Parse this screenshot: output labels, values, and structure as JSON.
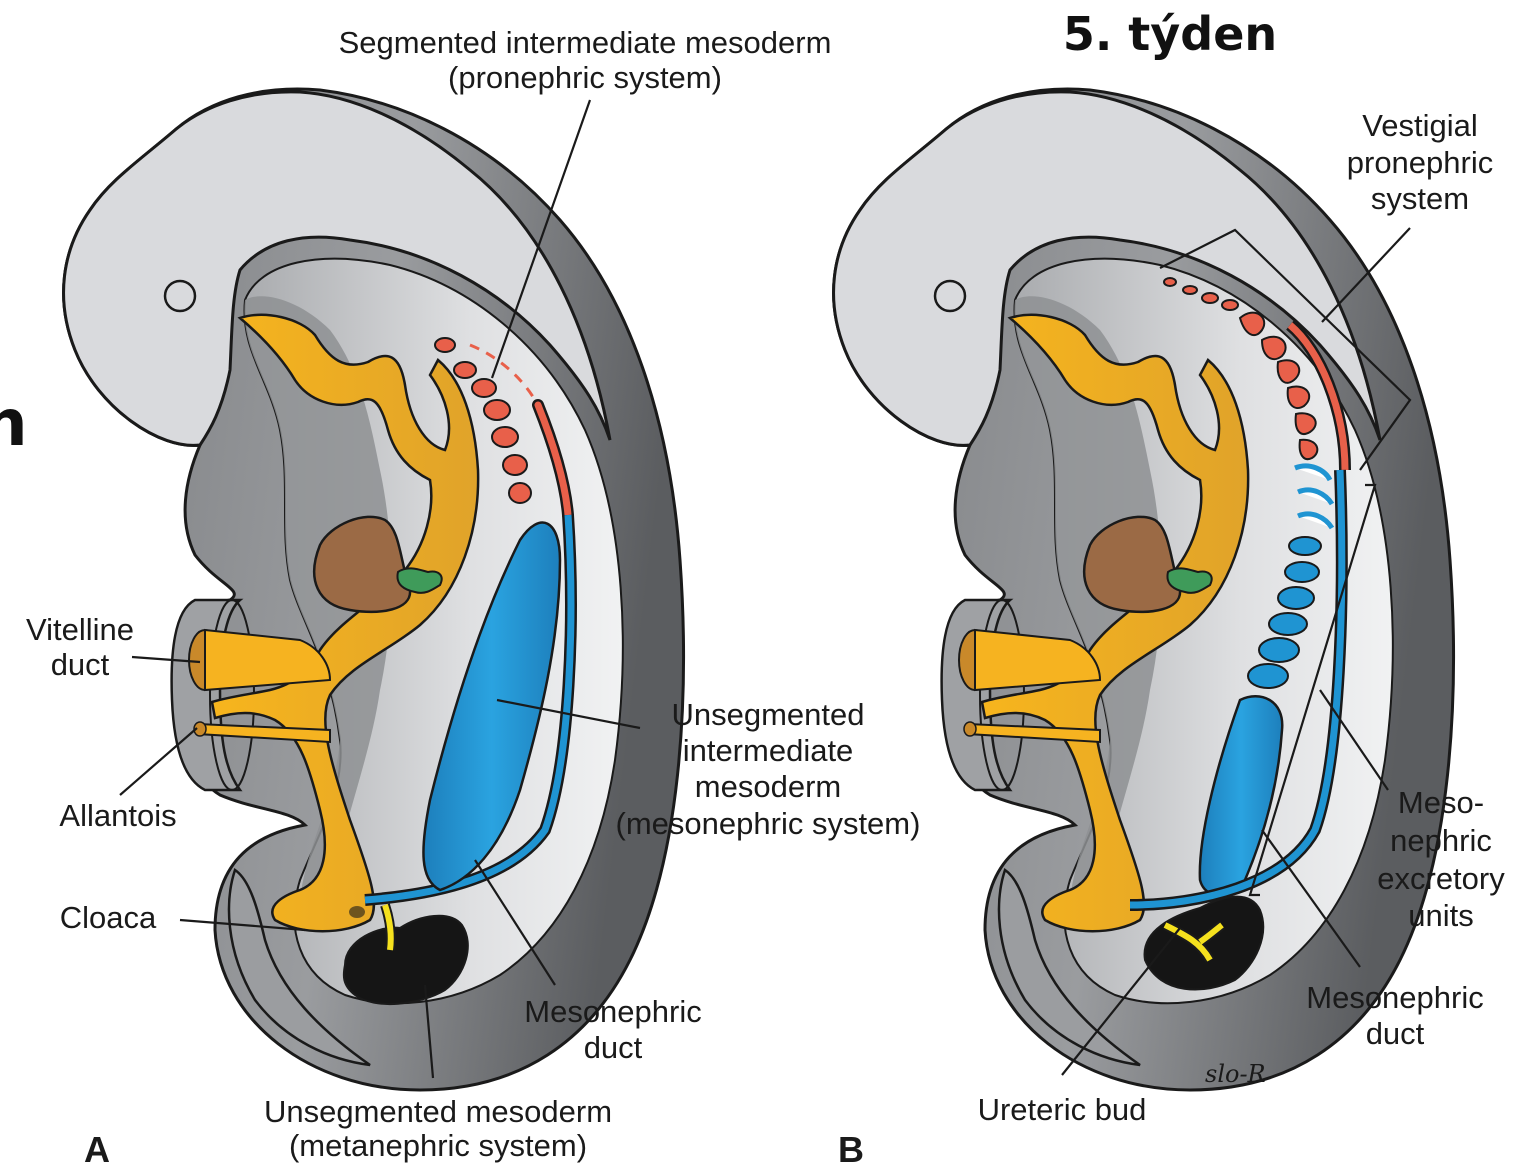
{
  "title": "5. týden",
  "edge_fragment": "n",
  "signature": "slo-R",
  "colors": {
    "embryo_light": "#d9dadd",
    "embryo_mid": "#8f9194",
    "embryo_dark": "#5f6163",
    "gut": "#f6b320",
    "nephric_red": "#e8604a",
    "nephric_blue": "#1f94d2",
    "metanephric": "#151515",
    "liver": "#9b6a45",
    "accent_green": "#3f9b5a",
    "bud_yellow": "#f5e11e"
  },
  "panels": {
    "a": {
      "letter": "A",
      "labels": {
        "segmented_1": "Segmented intermediate mesoderm",
        "segmented_2": "(pronephric system)",
        "vitelline_1": "Vitelline",
        "vitelline_2": "duct",
        "allantois": "Allantois",
        "cloaca": "Cloaca",
        "unseg_int_1": "Unsegmented",
        "unseg_int_2": "intermediate",
        "unseg_int_3": "mesoderm",
        "unseg_int_4": "(mesonephric system)",
        "mesonephric_duct_1": "Mesonephric",
        "mesonephric_duct_2": "duct",
        "unseg_meso_1": "Unsegmented mesoderm",
        "unseg_meso_2": "(metanephric system)"
      }
    },
    "b": {
      "letter": "B",
      "labels": {
        "vestigial_1": "Vestigial",
        "vestigial_2": "pronephric",
        "vestigial_3": "system",
        "excretory_1": "Meso-",
        "excretory_2": "nephric",
        "excretory_3": "excretory",
        "excretory_4": "units",
        "mesonephric_duct_1": "Mesonephric",
        "mesonephric_duct_2": "duct",
        "ureteric_bud": "Ureteric bud"
      }
    }
  }
}
